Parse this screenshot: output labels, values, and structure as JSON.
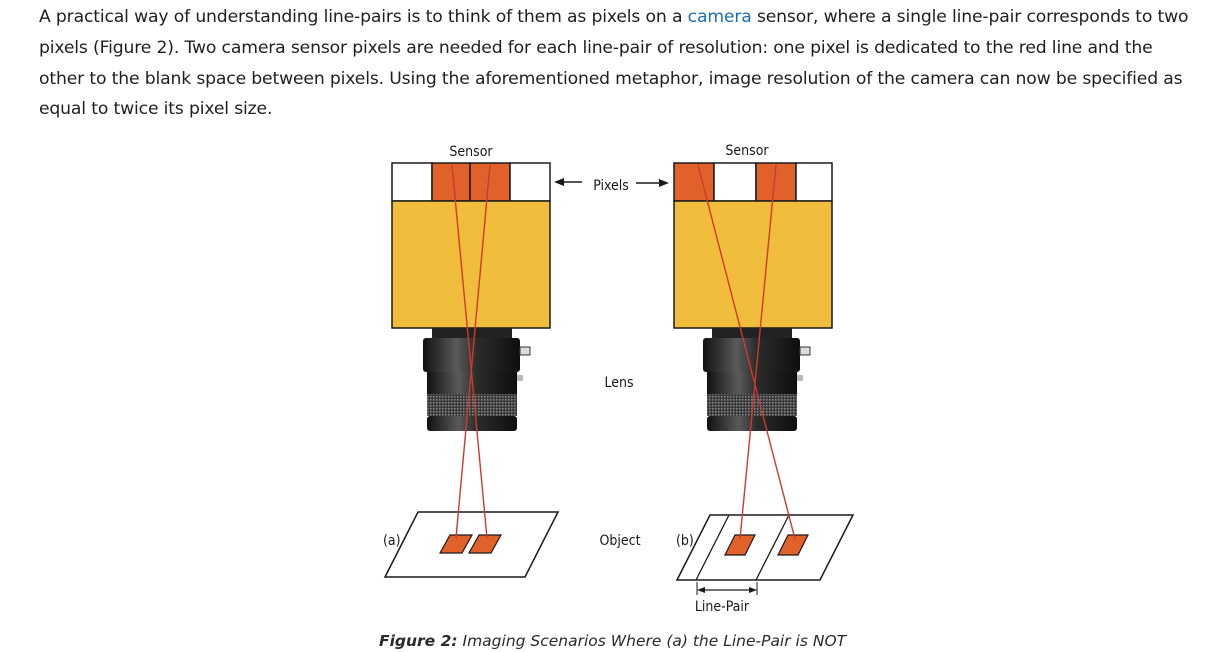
{
  "paragraph": {
    "before_link": "A practical way of understanding line-pairs is to think of them as pixels on a ",
    "link_text": "camera",
    "after_link": " sensor, where a single line-pair corresponds to two pixels (Figure 2). Two camera sensor pixels are needed for each line-pair of resolution: one pixel is dedicated to the red line and the other to the blank space between pixels. Using the aforementioned metaphor, image resolution of the camera can now be specified as equal to twice its pixel size."
  },
  "figure": {
    "label_sensor_left": "Sensor",
    "label_sensor_right": "Sensor",
    "label_pixels": "Pixels",
    "label_lens": "Lens",
    "label_object": "Object",
    "label_a": "(a)",
    "label_b": "(b)",
    "label_line_pair": "Line-Pair",
    "colors": {
      "pixel_orange": "#e0622a",
      "sensor_body": "#f0be3c",
      "ray": "#d0392c",
      "lens_dark": "#2a2a2a",
      "outline": "#1a1a1a"
    }
  },
  "caption": {
    "prefix": "Figure 2:",
    "text": " Imaging Scenarios Where (a) the Line-Pair is NOT"
  }
}
